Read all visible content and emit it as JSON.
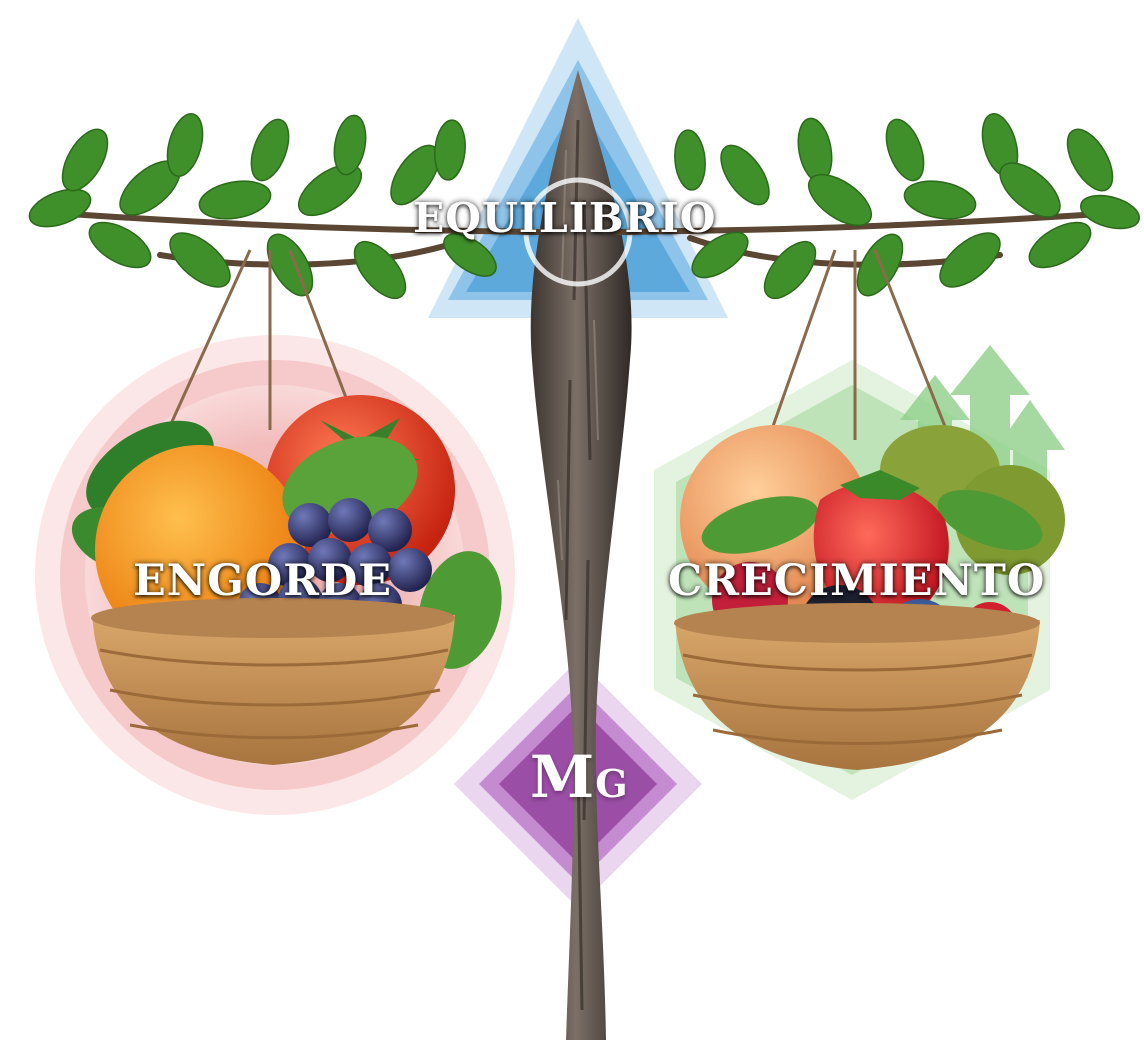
{
  "labels": {
    "balance": "EQUILIBRIO",
    "left_basket": "ENGORDE",
    "right_basket": "CRECIMIENTO",
    "element_main": "M",
    "element_sub": "G"
  },
  "icons": {
    "triangle": "triangle-icon",
    "circle": "circle-icon",
    "hexagon": "hexagon-icon",
    "diamond": "diamond-icon",
    "arrows": "growth-arrows-icon"
  },
  "colors": {
    "balance_blue": "#5da9dc",
    "engorde_red": "#e98a8a",
    "crecimiento_green": "#7cc47a",
    "magnesium_purple": "#9b4ea6",
    "trunk": "#5b504a",
    "leaf": "#3f8f2a",
    "basket": "#c9955a"
  }
}
